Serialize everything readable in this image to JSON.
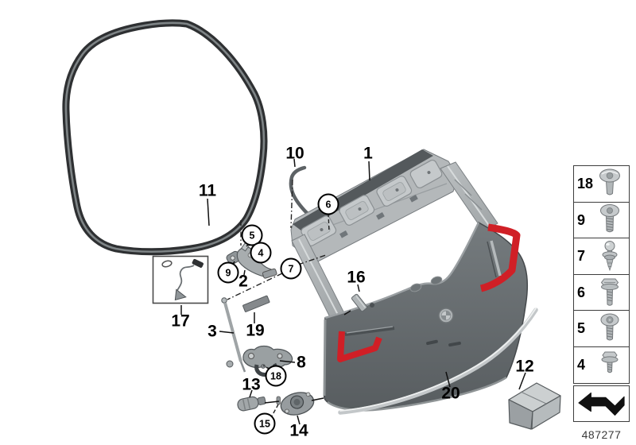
{
  "diagram": {
    "number": "487277"
  },
  "callouts": {
    "plain": [
      {
        "label": "11"
      },
      {
        "label": "10"
      },
      {
        "label": "1"
      },
      {
        "label": "2"
      },
      {
        "label": "16"
      },
      {
        "label": "17"
      },
      {
        "label": "3"
      },
      {
        "label": "19"
      },
      {
        "label": "8"
      },
      {
        "label": "13"
      },
      {
        "label": "14"
      },
      {
        "label": "20"
      },
      {
        "label": "12"
      }
    ],
    "circled": [
      {
        "label": "5"
      },
      {
        "label": "4"
      },
      {
        "label": "9"
      },
      {
        "label": "7"
      },
      {
        "label": "6"
      },
      {
        "label": "18"
      },
      {
        "label": "15"
      }
    ]
  },
  "legend": {
    "items": [
      {
        "label": "18",
        "icon": "pan-head-screw-icon"
      },
      {
        "label": "9",
        "icon": "torx-screw-icon"
      },
      {
        "label": "7",
        "icon": "ball-stud-icon"
      },
      {
        "label": "6",
        "icon": "hex-flange-bolt-icon"
      },
      {
        "label": "5",
        "icon": "torx-pan-head-screw-icon"
      },
      {
        "label": "4",
        "icon": "hex-washer-screw-icon"
      }
    ],
    "footer_icon": "direction-arrow-icon"
  },
  "colors": {
    "taillight_red": "#d01f26",
    "panel_gray": "#63696c",
    "frame_gray": "#b4b8ba",
    "trim_silver": "#c3c7c9",
    "outline_black": "#111111"
  }
}
